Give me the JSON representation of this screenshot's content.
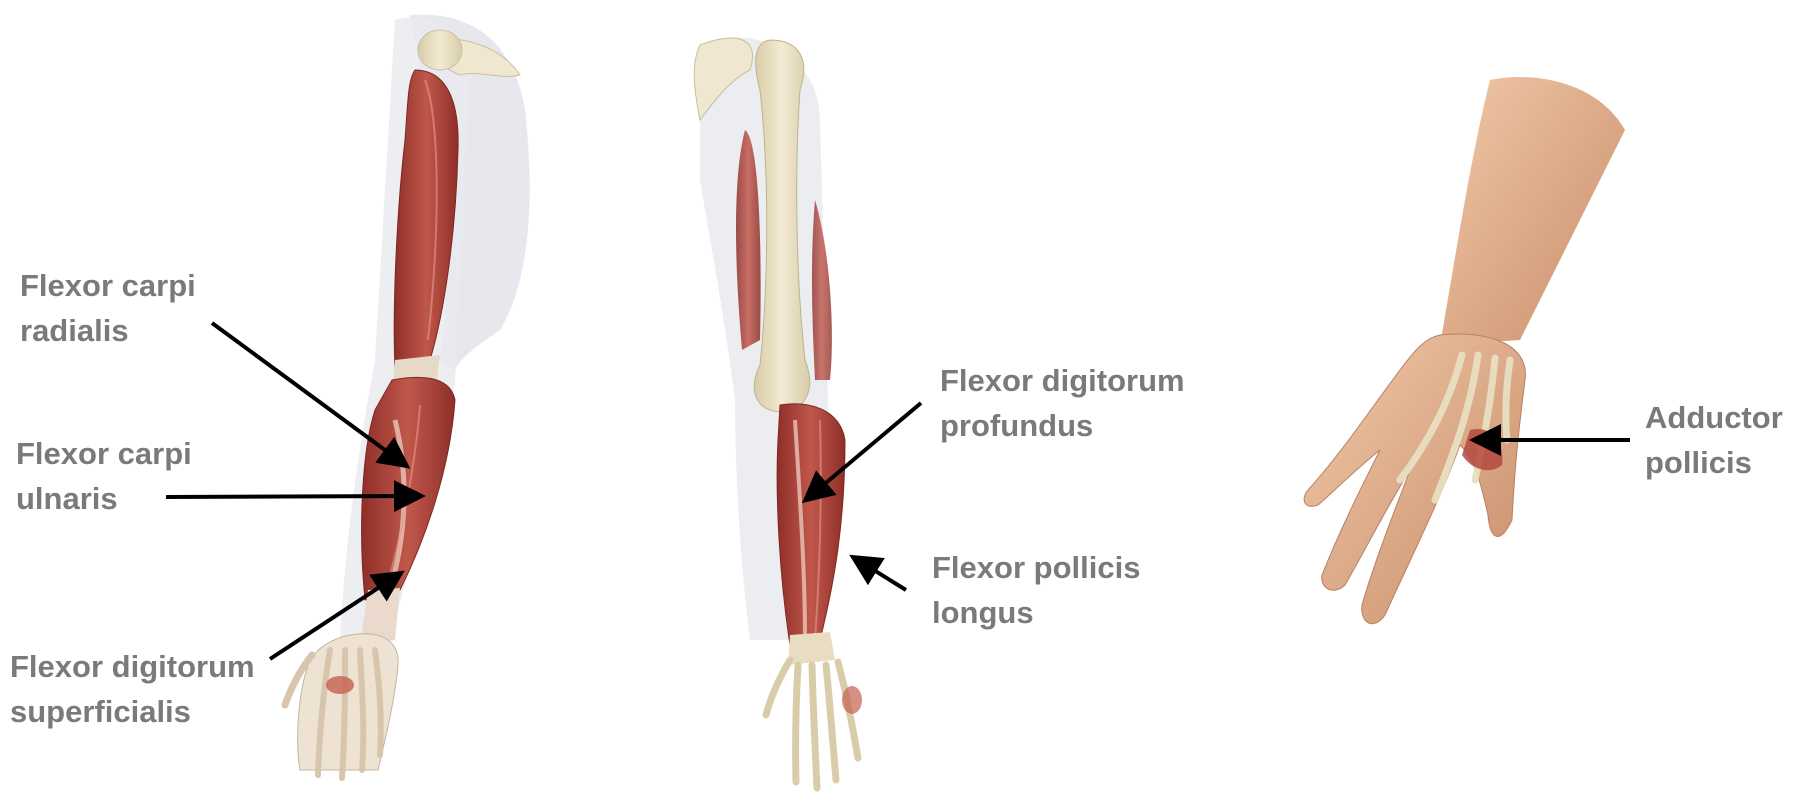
{
  "labels": {
    "flexor_carpi_radialis": [
      "Flexor carpi",
      "radialis"
    ],
    "flexor_carpi_ulnaris": [
      "Flexor carpi",
      "ulnaris"
    ],
    "flexor_digitorum_superficialis": [
      "Flexor digitorum",
      "superficialis"
    ],
    "flexor_digitorum_profundus": [
      "Flexor digitorum",
      "profundus"
    ],
    "flexor_pollicis_longus": [
      "Flexor pollicis",
      "longus"
    ],
    "adductor_pollicis": [
      "Adductor",
      "pollicis"
    ]
  },
  "colors": {
    "label_text": "#7a7a7a",
    "arrow": "#000000",
    "muscle": "#b5483f",
    "muscle_dark": "#8e2f29",
    "bone": "#e8dfc4",
    "skin": "#e2b08f",
    "silhouette": "#dde0e6"
  }
}
